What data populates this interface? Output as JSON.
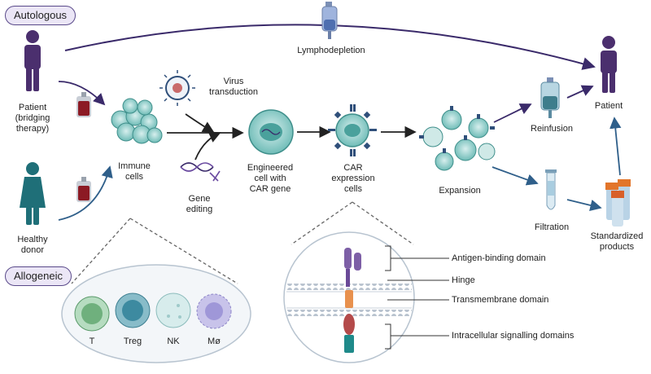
{
  "pills": {
    "autologous": "Autologous",
    "allogeneic": "Allogeneic"
  },
  "labels": {
    "lymphodepletion": "Lymphodepletion",
    "patient_source": "Patient\n(bridging\ntherapy)",
    "healthy_donor": "Healthy\ndonor",
    "immune_cells": "Immune\ncells",
    "virus_transduction": "Virus\ntransduction",
    "gene_editing": "Gene\nediting",
    "engineered_cell": "Engineered\ncell with\nCAR gene",
    "car_expression": "CAR\nexpression\ncells",
    "expansion": "Expansion",
    "reinfusion": "Reinfusion",
    "filtration": "Filtration",
    "patient_target": "Patient",
    "standardized_products": "Standardized\nproducts"
  },
  "cell_types": [
    "T",
    "Treg",
    "NK",
    "Mø"
  ],
  "car_domains": {
    "antigen_binding": "Antigen-binding domain",
    "hinge": "Hinge",
    "transmembrane": "Transmembrane domain",
    "intracellular": "Intracellular signalling domains"
  },
  "colors": {
    "person": "#4b2f6e",
    "arrow": "#2a2a2a",
    "blue_arrow": "#2f5f8a",
    "cell_teal": "#5bb4b0",
    "pill_border": "#5a4a8a",
    "pill_fill": "#ebe6f6"
  }
}
